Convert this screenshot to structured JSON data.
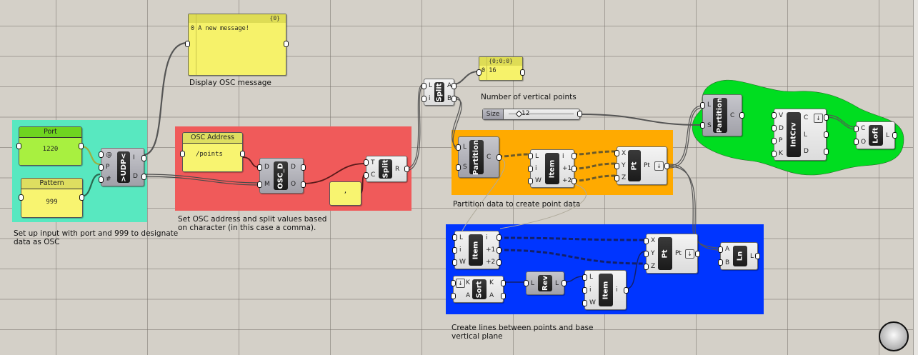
{
  "app": "Grasshopper canvas",
  "groups": [
    {
      "id": "input",
      "color": "#58e8c0",
      "note": "Set up input with port and 999 to designate\ndata as OSC"
    },
    {
      "id": "osc",
      "color": "#f05a5a",
      "note": "Set OSC address and split values based\non character (in this case a comma)."
    },
    {
      "id": "partition",
      "color": "#ffaa00",
      "note": "Partition data to create point data"
    },
    {
      "id": "lines",
      "color": "#0035ff",
      "note": "Create lines between points and base\nvertical plane"
    },
    {
      "id": "loft",
      "color": "#00dd20",
      "note": ""
    }
  ],
  "notes": {
    "display_osc": "Display OSC message",
    "vertical_points": "Number of vertical points"
  },
  "params": {
    "port": {
      "label": "Port",
      "value": "1220",
      "header_color": "#6fd420",
      "body_color": "#a8f040"
    },
    "pattern": {
      "label": "Pattern",
      "value": "999",
      "header_color": "#dede60",
      "body_color": "#f8f470"
    },
    "osc_address": {
      "label": "OSC Address",
      "value": "/points",
      "header_color": "#dede60",
      "body_color": "#f8f470"
    },
    "comma": {
      "value": ","
    }
  },
  "panels": {
    "message": {
      "path": "{0}",
      "index": "0",
      "value": "A new message!"
    },
    "count": {
      "path": "{0;0;0}",
      "index": "0",
      "value": "16"
    }
  },
  "slider": {
    "label": "Size",
    "value": "12",
    "fraction": 0.12
  },
  "components": {
    "udp": {
      "name": ">UDP<",
      "inputs": [
        "@",
        "P",
        "#"
      ],
      "outputs": [
        "I",
        "D"
      ]
    },
    "osc_d": {
      "name": "OSC_D",
      "inputs": [
        "D",
        "M"
      ],
      "outputs": [
        "D",
        "O"
      ]
    },
    "split_text": {
      "name": "Split",
      "inputs": [
        "T",
        "C"
      ],
      "outputs": [
        "R"
      ]
    },
    "split_list": {
      "name": "Split",
      "inputs": [
        "L",
        "i"
      ],
      "outputs": [
        "A",
        "B"
      ]
    },
    "partition1": {
      "name": "Partition",
      "inputs": [
        "L",
        "S"
      ],
      "outputs": [
        "C"
      ]
    },
    "item1": {
      "name": "Item",
      "inputs": [
        "L",
        "i",
        "W"
      ],
      "outputs": [
        "i",
        "+1",
        "+2"
      ]
    },
    "pt1": {
      "name": "Pt",
      "inputs": [
        "X",
        "Y",
        "Z"
      ],
      "outputs": [
        "Pt"
      ]
    },
    "partition2": {
      "name": "Partition",
      "inputs": [
        "L",
        "S"
      ],
      "outputs": [
        "C"
      ]
    },
    "intcrv": {
      "name": "IntCrv",
      "inputs": [
        "V",
        "D",
        "P",
        "K"
      ],
      "outputs": [
        "C",
        "L",
        "D"
      ]
    },
    "loft": {
      "name": "Loft",
      "inputs": [
        "C",
        "O"
      ],
      "outputs": [
        "L"
      ]
    },
    "item2": {
      "name": "Item",
      "inputs": [
        "L",
        "i",
        "W"
      ],
      "outputs": [
        "i",
        "+1",
        "+2"
      ]
    },
    "sort": {
      "name": "Sort",
      "inputs": [
        "K",
        "A"
      ],
      "outputs": [
        "K",
        "A"
      ]
    },
    "rev": {
      "name": "Rev",
      "inputs": [
        "L"
      ],
      "outputs": [
        "L"
      ]
    },
    "item3": {
      "name": "Item",
      "inputs": [
        "L",
        "i",
        "W"
      ],
      "outputs": [
        "i"
      ]
    },
    "pt2": {
      "name": "Pt",
      "inputs": [
        "X",
        "Y",
        "Z"
      ],
      "outputs": [
        "Pt"
      ]
    },
    "ln": {
      "name": "Ln",
      "inputs": [
        "A",
        "B"
      ],
      "outputs": [
        "L"
      ]
    }
  },
  "icons": {
    "graft": "↓"
  }
}
